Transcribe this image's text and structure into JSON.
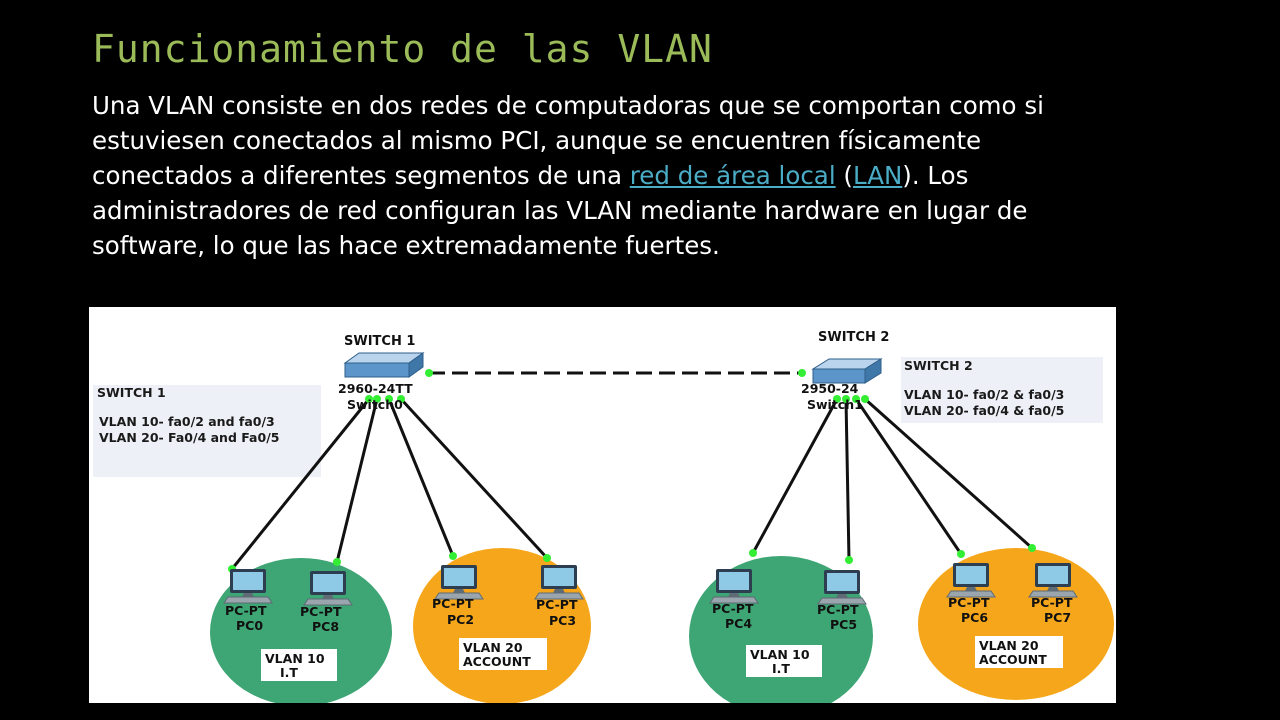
{
  "slide": {
    "title": "Funcionamiento de las VLAN",
    "paragraph": {
      "part1": "Una VLAN consiste en dos redes de computadoras que se comportan como si estuviesen conectados al mismo PCI, aunque se encuentren físicamente conectados a diferentes segmentos de una ",
      "link1": "red de área local",
      "part2": " (",
      "link2": "LAN",
      "part3": "). Los administradores de red configuran las VLAN mediante hardware en lugar de software, lo que las hace extremadamente fuertes."
    }
  },
  "diagram": {
    "colors": {
      "vlan10": "#3ea574",
      "vlan20": "#f6a61a",
      "link": "#111111",
      "port": "#33ee33",
      "note_bg": "#eef0f7",
      "switch": "#5b95c9"
    },
    "switches": [
      {
        "name": "SWITCH 1",
        "model": "2960-24TT",
        "hostname": "Switch0",
        "icon": "switch-icon"
      },
      {
        "name": "SWITCH 2",
        "model": "2950-24",
        "hostname": "Switch1",
        "icon": "switch-icon"
      }
    ],
    "notes": [
      {
        "title": "SWITCH 1",
        "line1": "VLAN 10- fa0/2 and fa0/3",
        "line2": "VLAN 20- Fa0/4 and Fa0/5"
      },
      {
        "title": "SWITCH 2",
        "line1": "VLAN 10- fa0/2 & fa0/3",
        "line2": "VLAN 20- fa0/4 & fa0/5"
      }
    ],
    "groups": [
      {
        "label1": "VLAN 10",
        "label2": "I.T",
        "pcs": [
          {
            "type": "PC-PT",
            "name": "PC0"
          },
          {
            "type": "PC-PT",
            "name": "PC8"
          }
        ]
      },
      {
        "label1": "VLAN 20",
        "label2": "ACCOUNT",
        "pcs": [
          {
            "type": "PC-PT",
            "name": "PC2"
          },
          {
            "type": "PC-PT",
            "name": "PC3"
          }
        ]
      },
      {
        "label1": "VLAN 10",
        "label2": "I.T",
        "pcs": [
          {
            "type": "PC-PT",
            "name": "PC4"
          },
          {
            "type": "PC-PT",
            "name": "PC5"
          }
        ]
      },
      {
        "label1": "VLAN 20",
        "label2": "ACCOUNT",
        "pcs": [
          {
            "type": "PC-PT",
            "name": "PC6"
          },
          {
            "type": "PC-PT",
            "name": "PC7"
          }
        ]
      }
    ]
  }
}
